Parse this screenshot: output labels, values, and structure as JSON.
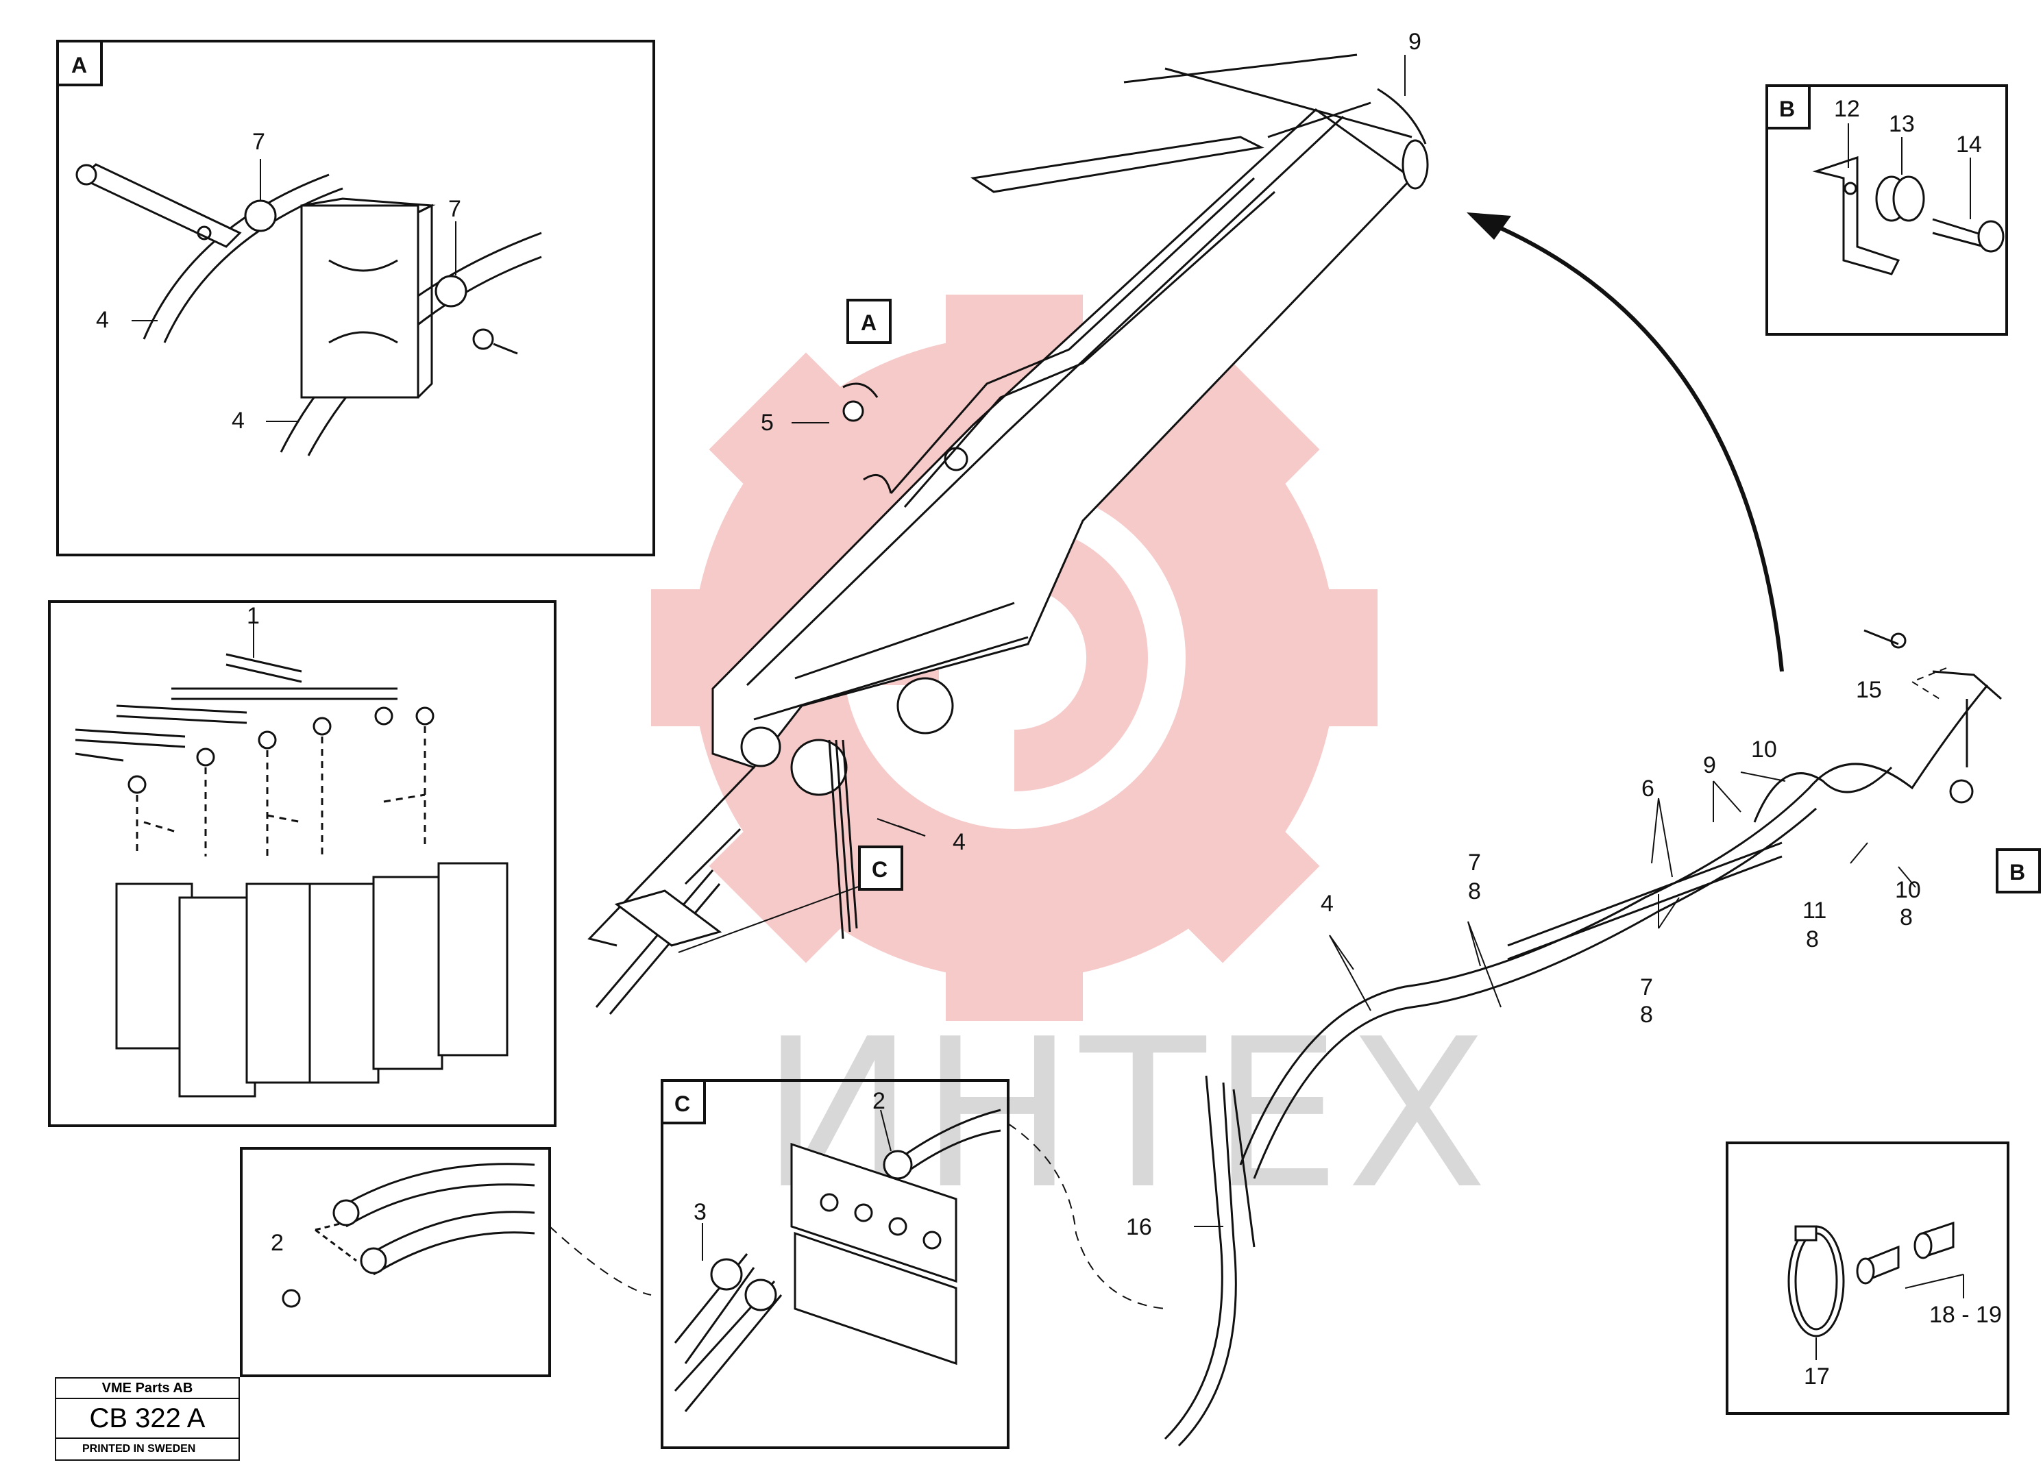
{
  "watermark": {
    "text": "ИНТЕХ"
  },
  "stamp": {
    "company": "VME Parts AB",
    "code": "CB 322 A",
    "printed": "PRINTED IN SWEDEN"
  },
  "panels": {
    "a": {
      "tag": "A"
    },
    "b": {
      "tag": "B"
    },
    "c": {
      "tag": "C"
    }
  },
  "callouts": {
    "a": "A",
    "b": "B",
    "c": "C"
  },
  "labels": {
    "a7_1": "7",
    "a7_2": "7",
    "a4_1": "4",
    "a4_2": "4",
    "b12": "12",
    "b13": "13",
    "b14": "14",
    "v1": "1",
    "l2_left": "2",
    "c2": "2",
    "c3": "3",
    "l17": "17",
    "l18_19": "18 - 19",
    "m9_top": "9",
    "m5": "5",
    "m4_mid": "4",
    "m15": "15",
    "m10_1": "10",
    "m9_r": "9",
    "m6": "6",
    "m7_1": "7",
    "m8_1": "8",
    "m4_r": "4",
    "m7_2": "7",
    "m8_2": "8",
    "m11": "11",
    "m8_3": "8",
    "m10_2": "10",
    "m8_4": "8",
    "m16": "16"
  },
  "colors": {
    "watermark_red": "#f5c8c8",
    "ink": "#111111"
  }
}
